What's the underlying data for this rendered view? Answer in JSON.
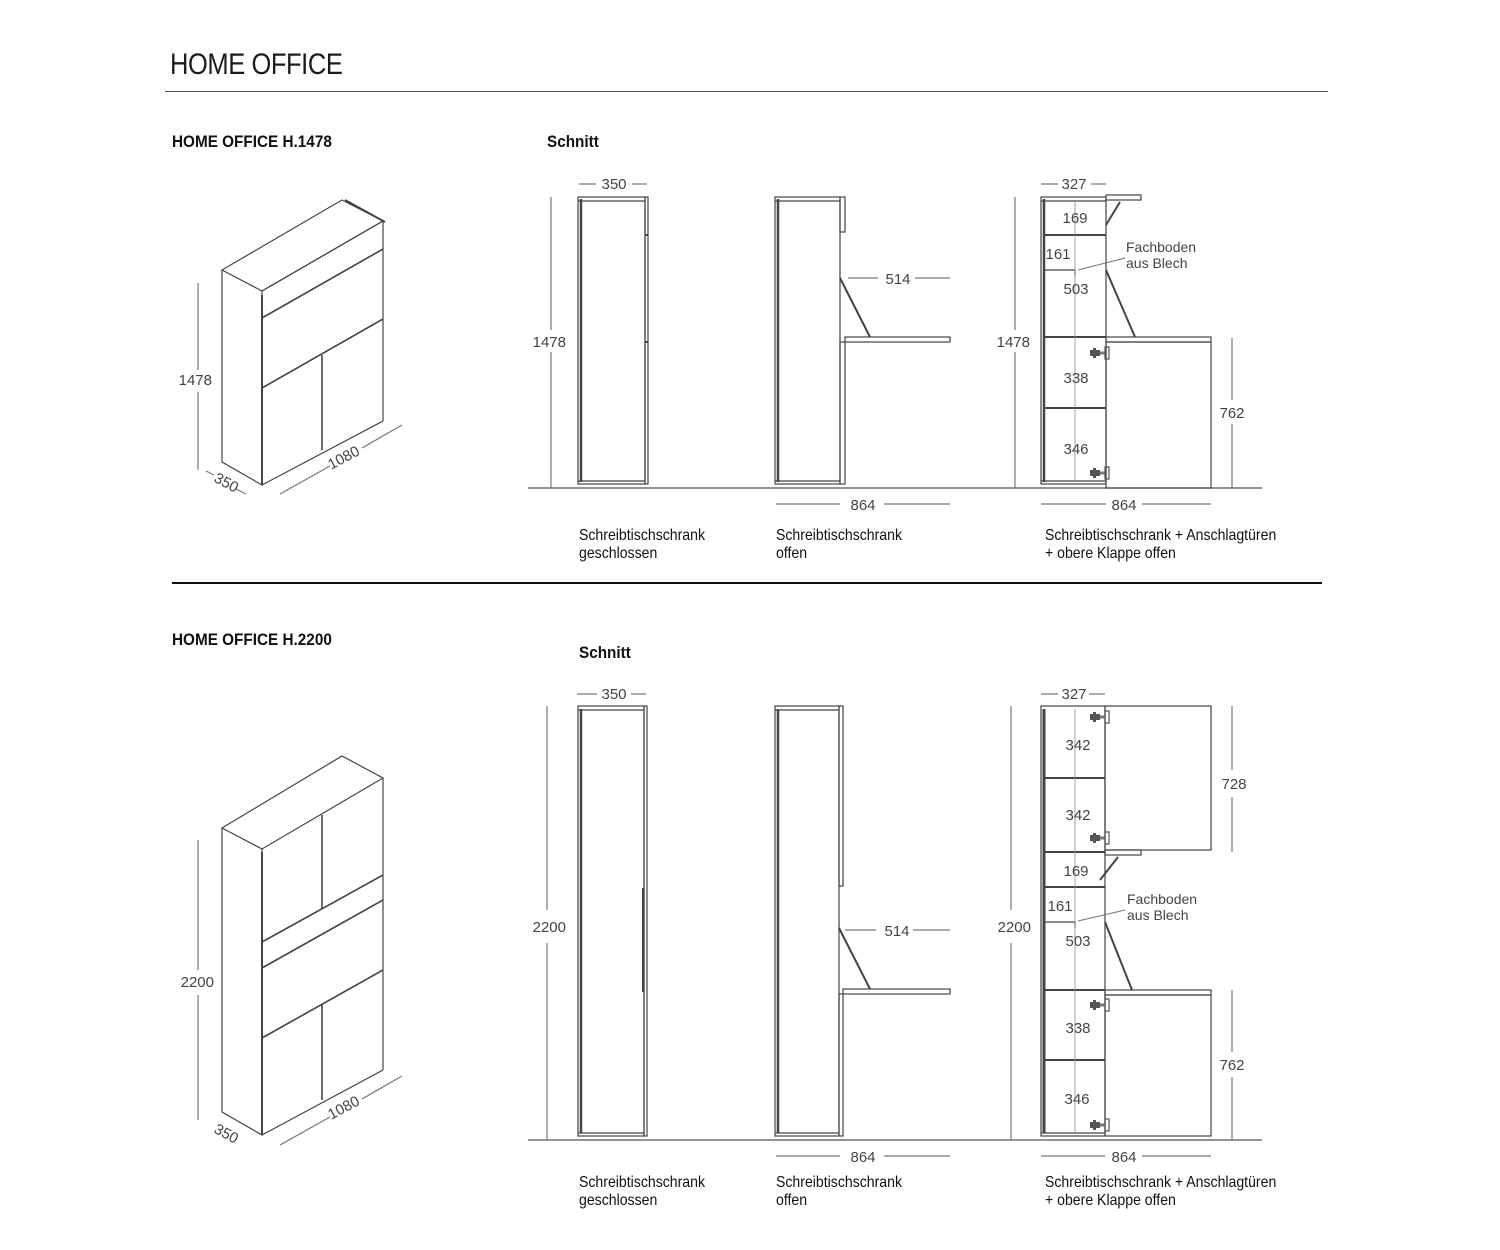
{
  "header": {
    "title": "HOME OFFICE"
  },
  "sections": [
    {
      "title": "HOME OFFICE H.1478",
      "schnitt_label": "Schnitt",
      "iso": {
        "height": "1478",
        "depth": "350",
        "width": "1080"
      },
      "views": [
        {
          "caption_line1": "Schreibtischschrank",
          "caption_line2": "geschlossen",
          "width_dim": "350",
          "height_dim": "1478"
        },
        {
          "caption_line1": "Schreibtischschrank",
          "caption_line2": "offen",
          "desk_dim": "514",
          "total_dim": "864"
        },
        {
          "caption_line1": "Schreibtischschrank + Anschlagtüren",
          "caption_line2": "+ obere Klappe offen",
          "width_dim": "327",
          "height_dim": "1478",
          "total_dim": "864",
          "door_dim": "762",
          "compartments": [
            "169",
            "161",
            "503",
            "338",
            "346"
          ],
          "annotation_line1": "Fachboden",
          "annotation_line2": "aus Blech"
        }
      ]
    },
    {
      "title": "HOME OFFICE H.2200",
      "schnitt_label": "Schnitt",
      "iso": {
        "height": "2200",
        "depth": "350",
        "width": "1080"
      },
      "views": [
        {
          "caption_line1": "Schreibtischschrank",
          "caption_line2": "geschlossen",
          "width_dim": "350",
          "height_dim": "2200"
        },
        {
          "caption_line1": "Schreibtischschrank",
          "caption_line2": "offen",
          "desk_dim": "514",
          "total_dim": "864"
        },
        {
          "caption_line1": "Schreibtischschrank + Anschlagtüren",
          "caption_line2": "+ obere Klappe offen",
          "width_dim": "327",
          "height_dim": "2200",
          "total_dim": "864",
          "upper_door_dim": "728",
          "door_dim": "762",
          "compartments": [
            "342",
            "342",
            "169",
            "161",
            "503",
            "338",
            "346"
          ],
          "annotation_line1": "Fachboden",
          "annotation_line2": "aus Blech"
        }
      ]
    }
  ]
}
